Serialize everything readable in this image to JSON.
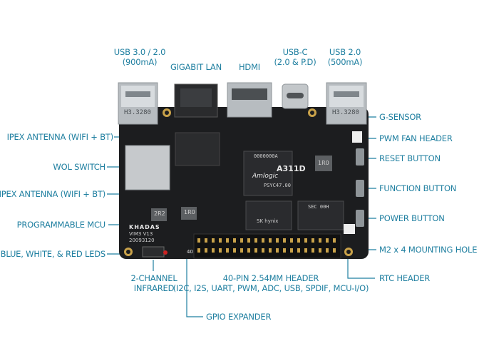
{
  "colors": {
    "label": "#1f7fa0",
    "board": "#1c1d1f",
    "leader": "#1f7fa0"
  },
  "top_labels": {
    "usb3": {
      "line1": "USB 3.0 / 2.0",
      "line2": "(900mA)"
    },
    "lan": {
      "line1": "GIGABIT LAN"
    },
    "hdmi": {
      "line1": "HDMI"
    },
    "usbc": {
      "line1": "USB-C",
      "line2": "(2.0 & P.D)"
    },
    "usb2": {
      "line1": "USB 2.0",
      "line2": "(500mA)"
    }
  },
  "left_labels": {
    "ipex1": "IPEX ANTENNA (WIFI + BT)",
    "wol": "WOL SWITCH",
    "ipex2": "IPEX ANTENNA (WIFI + BT)",
    "mcu": "PROGRAMMABLE MCU",
    "leds": "BLUE, WHITE, & RED LEDS"
  },
  "right_labels": {
    "gsensor": "G-SENSOR",
    "pwm_fan": "PWM FAN HEADER",
    "reset": "RESET BUTTON",
    "function": "FUNCTION BUTTON",
    "power": "POWER BUTTON",
    "mounting": "M2 x 4 MOUNTING HOLE",
    "rtc": "RTC HEADER"
  },
  "bottom_labels": {
    "ir": {
      "line1": "2-CHANNEL",
      "line2": "INFRARED"
    },
    "header": {
      "line1": "40-PIN 2.54MM HEADER",
      "line2": "(I2C, I2S, UART, PWM, ADC, USB, SPDIF, MCU-I/O)"
    },
    "gpio": {
      "line1": "GPIO EXPANDER"
    }
  },
  "board_text": {
    "usb_left": "H3.3280",
    "usb_right": "H3.3280",
    "soc_brand": "Amlogic",
    "soc_model": "A311D",
    "soc_code": "PSYC47.00",
    "soc_top": "0000000A",
    "ram_brand": "SK hynix",
    "emmc_code": "SEC 00H",
    "logo": "KHADAS",
    "model": "VIM3 V13",
    "date": "20093120",
    "pin40": "40",
    "chip_2r2": "2R2",
    "chip_1r0": "1R0",
    "chip_1r0b": "1R0"
  }
}
